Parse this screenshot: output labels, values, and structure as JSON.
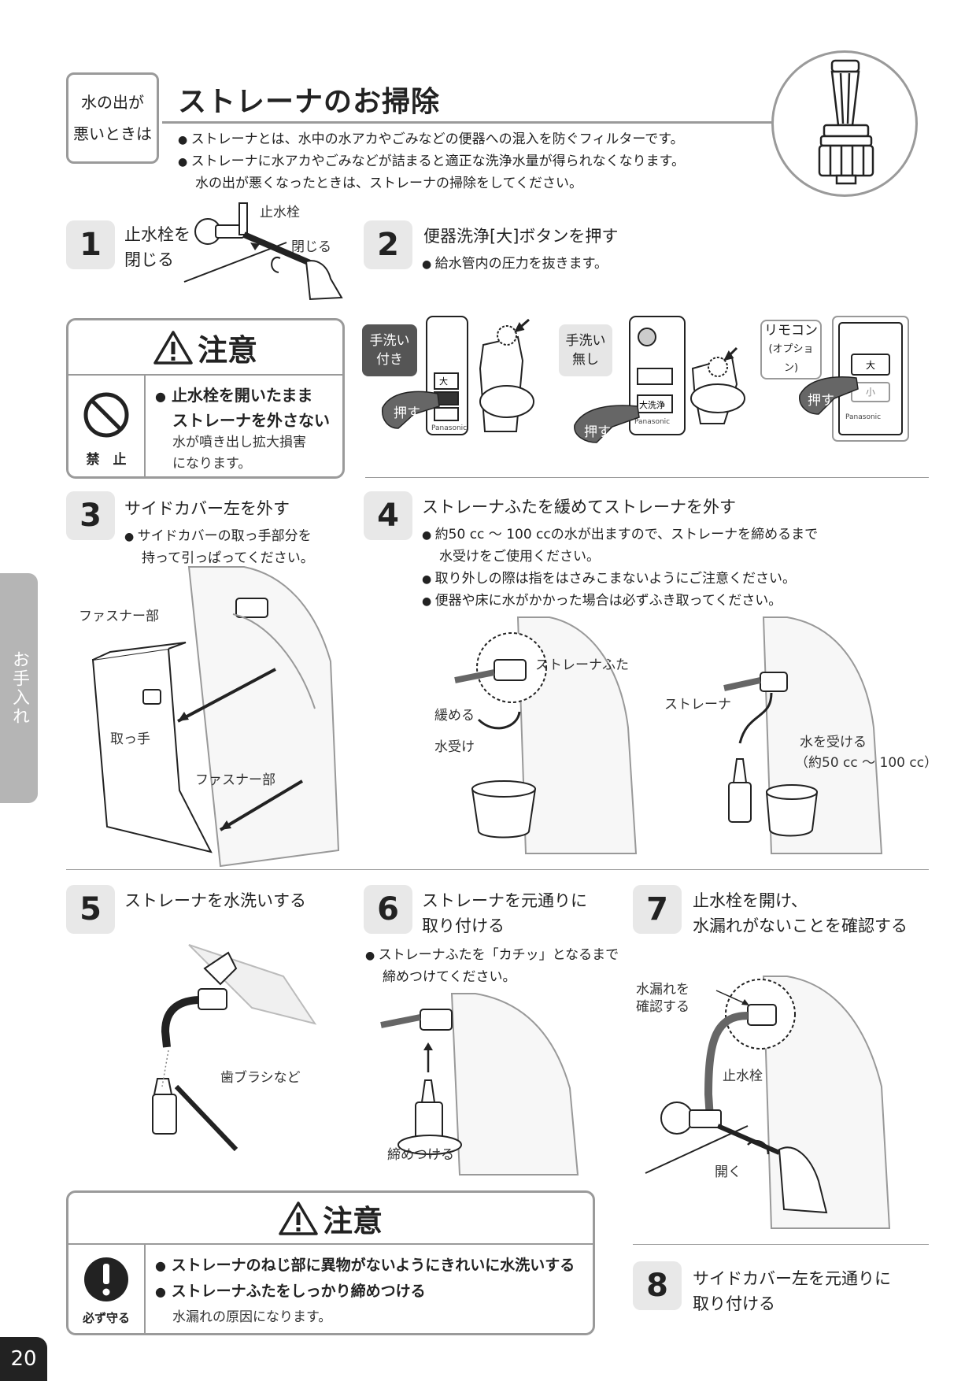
{
  "header": {
    "tag_line1": "水の出が",
    "tag_line2": "悪いときは",
    "title": "ストレーナのお掃除",
    "intro": [
      "ストレーナとは、水中の水アカやごみなどの便器への混入を防ぐフィルターです。",
      "ストレーナに水アカやごみなどが詰まると適正な洗浄水量が得られなくなります。",
      "水の出が悪くなったときは、ストレーナの掃除をしてください。"
    ]
  },
  "steps": {
    "s1": {
      "num": "1",
      "title1": "止水栓を",
      "title2": "閉じる",
      "label_valve": "止水栓",
      "label_close": "閉じる"
    },
    "s2": {
      "num": "2",
      "title": "便器洗浄[大]ボタンを押す",
      "note": "給水管内の圧力を抜きます。",
      "variant_a1": "手洗い",
      "variant_a2": "付き",
      "variant_b1": "手洗い",
      "variant_b2": "無し",
      "variant_c1": "リモコン",
      "variant_c2": "(オプション)",
      "press": "押す",
      "btn_large": "大",
      "btn_small": "小",
      "btn_daisenjo": "大洗浄",
      "brand": "Panasonic"
    },
    "s3": {
      "num": "3",
      "title": "サイドカバー左を外す",
      "note1": "サイドカバーの取っ手部分を",
      "note2": "持って引っぱってください。",
      "label_fastener_top": "ファスナー部",
      "label_handle": "取っ手",
      "label_fastener_bottom": "ファスナー部"
    },
    "s4": {
      "num": "4",
      "title": "ストレーナふたを緩めてストレーナを外す",
      "note1a": "約50 cc ～ 100 ccの水が出ますので、ストレーナを締めるまで",
      "note1b": "水受けをご使用ください。",
      "note2": "取り外しの際は指をはさみこまないようにご注意ください。",
      "note3": "便器や床に水がかかった場合は必ずふき取ってください。",
      "label_cap": "ストレーナふた",
      "label_loosen": "緩める",
      "label_receiver": "水受け",
      "label_strainer": "ストレーナ",
      "label_catch1": "水を受ける",
      "label_catch2": "（約50 cc ～ 100 cc）"
    },
    "s5": {
      "num": "5",
      "title": "ストレーナを水洗いする",
      "label_brush": "歯ブラシなど"
    },
    "s6": {
      "num": "6",
      "title1": "ストレーナを元通りに",
      "title2": "取り付ける",
      "note1": "ストレーナふたを「カチッ」となるまで",
      "note2": "締めつけてください。",
      "label_tighten": "締めつける"
    },
    "s7": {
      "num": "7",
      "title1": "止水栓を開け、",
      "title2": "水漏れがないことを確認する",
      "label_leak1": "水漏れを",
      "label_leak2": "確認する",
      "label_valve": "止水栓",
      "label_open": "開く"
    },
    "s8": {
      "num": "8",
      "title1": "サイドカバー左を元通りに",
      "title2": "取り付ける"
    }
  },
  "caution1": {
    "head": "注意",
    "icon_label": "禁　止",
    "line1": "止水栓を開いたまま",
    "line2": "ストレーナを外さない",
    "sub1": "水が噴き出し拡大損害",
    "sub2": "になります。"
  },
  "caution2": {
    "head": "注意",
    "icon_label": "必ず守る",
    "line1": "ストレーナのねじ部に異物がないようにきれいに水洗いする",
    "line2": "ストレーナふたをしっかり締めつける",
    "sub": "水漏れの原因になります。"
  },
  "side_tab": "お手入れ",
  "page_number": "20"
}
